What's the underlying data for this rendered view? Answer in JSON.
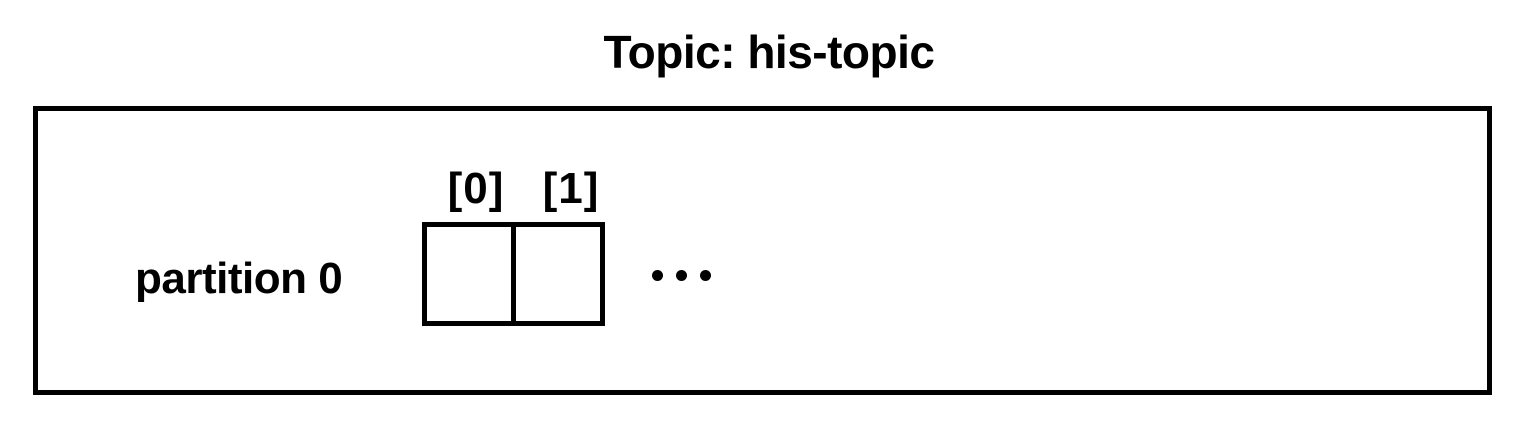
{
  "title": "Topic: his-topic",
  "partition": {
    "label": "partition 0",
    "offsets": [
      "[0]",
      "[1]"
    ],
    "more": "..."
  }
}
